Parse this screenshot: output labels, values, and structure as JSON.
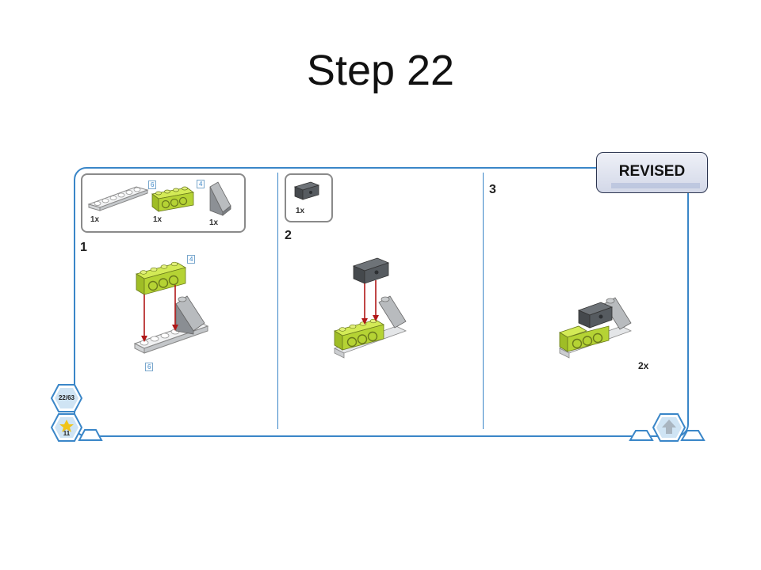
{
  "slide": {
    "title": "Step 22"
  },
  "badge": {
    "label": "REVISED"
  },
  "panel1": {
    "step_number": "1",
    "parts": [
      {
        "qty": "1x",
        "size": "6"
      },
      {
        "qty": "1x",
        "size": "4"
      },
      {
        "qty": "1x",
        "size": ""
      }
    ],
    "callouts": [
      "4",
      "6"
    ]
  },
  "panel2": {
    "step_number": "2",
    "parts": [
      {
        "qty": "1x"
      }
    ]
  },
  "panel3": {
    "step_number": "3",
    "multiplier": "2x"
  },
  "navigation": {
    "page_counter": "22/63",
    "model_counter": "11"
  },
  "colors": {
    "frame": "#3a86c8",
    "lime": "#b5d334",
    "dark_gray": "#555a5e",
    "light_gray": "#e3e5e7",
    "arrow": "#b01818"
  }
}
